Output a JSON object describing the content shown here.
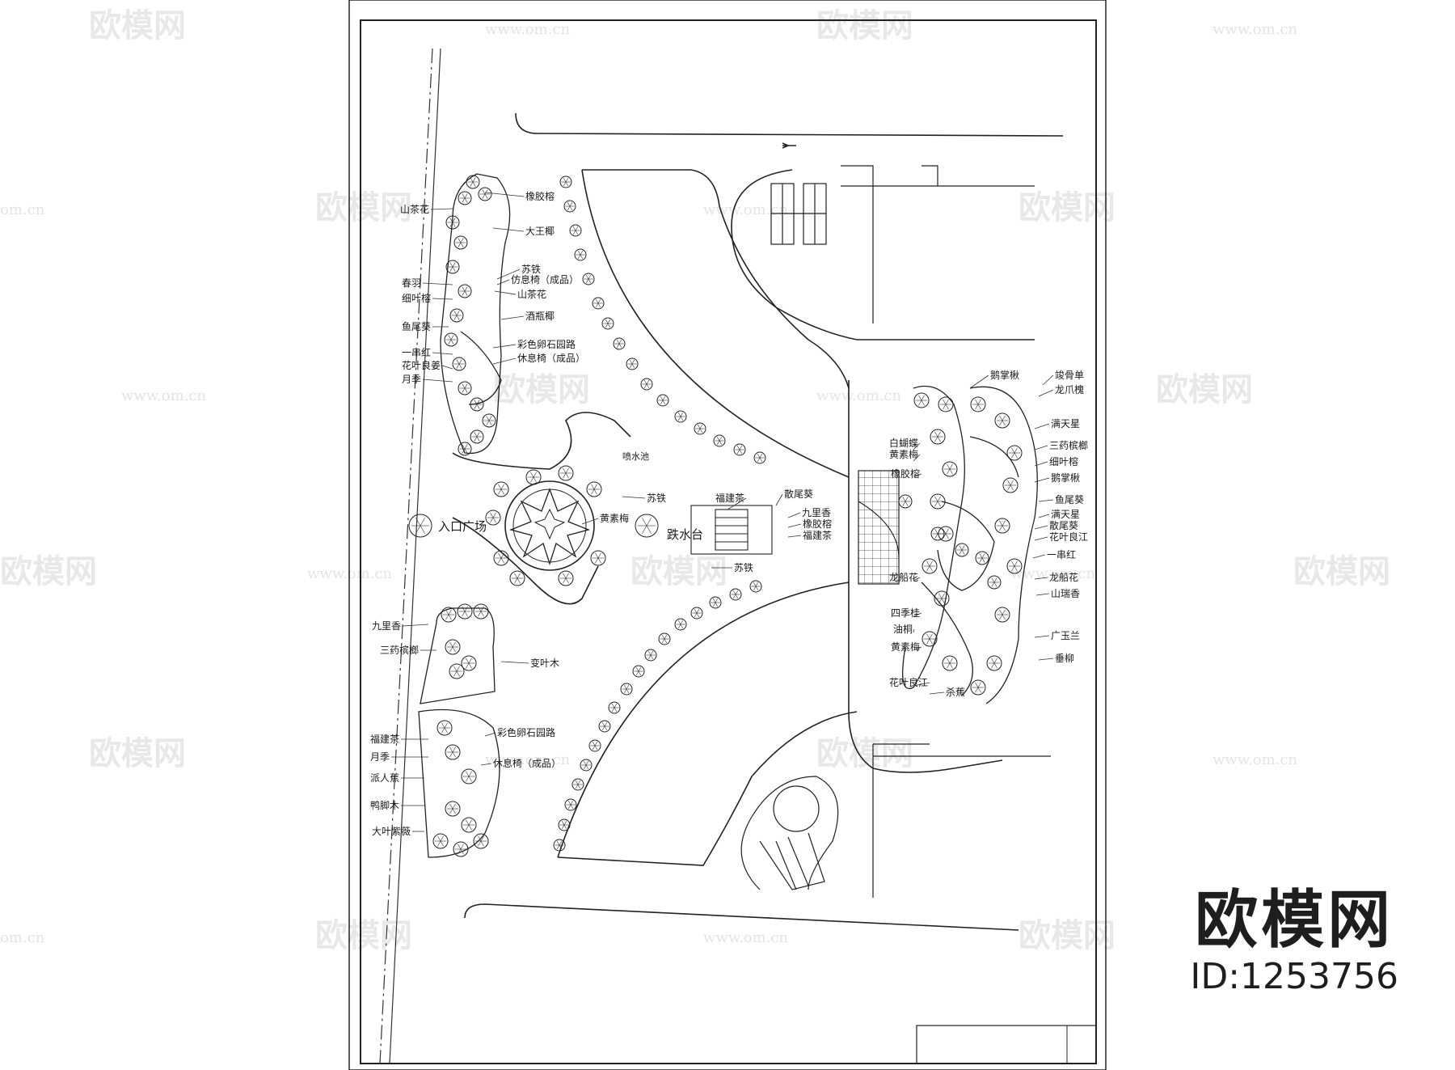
{
  "plan": {
    "central": {
      "entrance_plaza": "入口广场",
      "fountain_pool": "喷水池",
      "drop_platform": "跌水台"
    },
    "labels": [
      {
        "id": "a1",
        "text": "山茶花"
      },
      {
        "id": "a2",
        "text": "橡胶榕"
      },
      {
        "id": "a3",
        "text": "大王椰"
      },
      {
        "id": "a4",
        "text": "苏铁"
      },
      {
        "id": "a5",
        "text": "仿息椅（成品）"
      },
      {
        "id": "a6",
        "text": "山茶花"
      },
      {
        "id": "a7",
        "text": "春羽"
      },
      {
        "id": "a8",
        "text": "细叶榕"
      },
      {
        "id": "a9",
        "text": "酒瓶椰"
      },
      {
        "id": "a10",
        "text": "鱼尾葵"
      },
      {
        "id": "a11",
        "text": "彩色卵石园路"
      },
      {
        "id": "a12",
        "text": "一串红"
      },
      {
        "id": "a13",
        "text": "休息椅（成品）"
      },
      {
        "id": "a14",
        "text": "花叶良姜"
      },
      {
        "id": "a15",
        "text": "月季"
      },
      {
        "id": "b1",
        "text": "苏铁"
      },
      {
        "id": "b2",
        "text": "黄素梅"
      },
      {
        "id": "b3",
        "text": "福建茶"
      },
      {
        "id": "b4",
        "text": "散尾葵"
      },
      {
        "id": "b5",
        "text": "九里香"
      },
      {
        "id": "b6",
        "text": "橡胶榕"
      },
      {
        "id": "b7",
        "text": "福建茶"
      },
      {
        "id": "b8",
        "text": "苏铁"
      },
      {
        "id": "c1",
        "text": "九里香"
      },
      {
        "id": "c2",
        "text": "三药槟榔"
      },
      {
        "id": "c3",
        "text": "变叶木"
      },
      {
        "id": "d1",
        "text": "福建茶"
      },
      {
        "id": "d2",
        "text": "彩色卵石园路"
      },
      {
        "id": "d3",
        "text": "月季"
      },
      {
        "id": "d4",
        "text": "休息椅（成品）"
      },
      {
        "id": "d5",
        "text": "派人蕉"
      },
      {
        "id": "d6",
        "text": "鸭脚木"
      },
      {
        "id": "d7",
        "text": "大叶紫薇"
      },
      {
        "id": "e1",
        "text": "鹅掌楸"
      },
      {
        "id": "e2",
        "text": "竣骨单"
      },
      {
        "id": "e3",
        "text": "龙爪槐"
      },
      {
        "id": "e4",
        "text": "满天星"
      },
      {
        "id": "e5",
        "text": "三药槟榔"
      },
      {
        "id": "e6",
        "text": "细叶榕"
      },
      {
        "id": "e7",
        "text": "鹅掌楸"
      },
      {
        "id": "e8",
        "text": "鱼尾葵"
      },
      {
        "id": "e9",
        "text": "满天星"
      },
      {
        "id": "e10",
        "text": "散尾葵"
      },
      {
        "id": "e11",
        "text": "花叶良江"
      },
      {
        "id": "e12",
        "text": "一串红"
      },
      {
        "id": "e13",
        "text": "龙船花"
      },
      {
        "id": "e14",
        "text": "山瑞香"
      },
      {
        "id": "e15",
        "text": "广玉兰"
      },
      {
        "id": "e16",
        "text": "垂柳"
      },
      {
        "id": "f1",
        "text": "白蝴蝶"
      },
      {
        "id": "f2",
        "text": "黄素梅"
      },
      {
        "id": "f3",
        "text": "橡胶榕"
      },
      {
        "id": "f4",
        "text": "龙船花"
      },
      {
        "id": "f5",
        "text": "四季桂"
      },
      {
        "id": "f6",
        "text": "油桐"
      },
      {
        "id": "f7",
        "text": "黄素梅"
      },
      {
        "id": "f8",
        "text": "花叶良江"
      },
      {
        "id": "f9",
        "text": "杀蕉"
      }
    ]
  },
  "watermark": {
    "logo_text": "欧模网",
    "url_text": "www.om.cn",
    "url_short": "om.cn"
  },
  "brand": {
    "name": "欧模网",
    "id_text": "ID:1253756"
  }
}
